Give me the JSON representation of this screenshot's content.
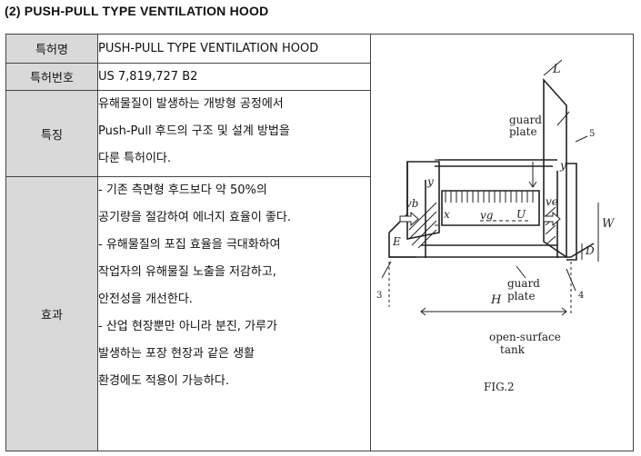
{
  "heading": "(2) PUSH-PULL TYPE VENTILATION HOOD",
  "rows": {
    "name": {
      "label": "특허명",
      "value": "PUSH-PULL TYPE VENTILATION HOOD"
    },
    "number": {
      "label": "특허번호",
      "value": "US 7,819,727 B2"
    },
    "features": {
      "label": "특징",
      "lines": [
        "유해물질이 발생하는 개방형 공정에서",
        "Push-Pull 후드의 구조 및 설계 방법을",
        "다룬 특허이다."
      ]
    },
    "effects": {
      "label": "효과",
      "lines": [
        "- 기존 측면형 후드보다 약 50%의",
        "공기량을 절감하여 에너지 효율이 좋다.",
        "-   유해물질의 포집 효율을 극대화하여",
        "작업자의 유해물질 노출을 저감하고,",
        "안전성을 개선한다.",
        "- 산업 현장뿐만 아니라 분진, 가루가",
        "발생하는 포장 현장과 같은 생활",
        "환경에도 적용이 가능하다."
      ]
    }
  },
  "figure": {
    "caption": "FIG.2",
    "labels": {
      "guard_plate_top_1": "guard",
      "guard_plate_top_2": "plate",
      "guard_plate_bottom_1": "guard",
      "guard_plate_bottom_2": "plate",
      "tank_1": "open-surface",
      "tank_2": "tank",
      "L": "L",
      "n5": "5",
      "W": "W",
      "D": "D",
      "E": "E",
      "H": "H",
      "n3": "3",
      "n4": "4",
      "y_left": "y",
      "y_right": "y",
      "x": "x",
      "vb": "vb",
      "ve": "ve",
      "vg": "vg",
      "U": "U"
    }
  }
}
